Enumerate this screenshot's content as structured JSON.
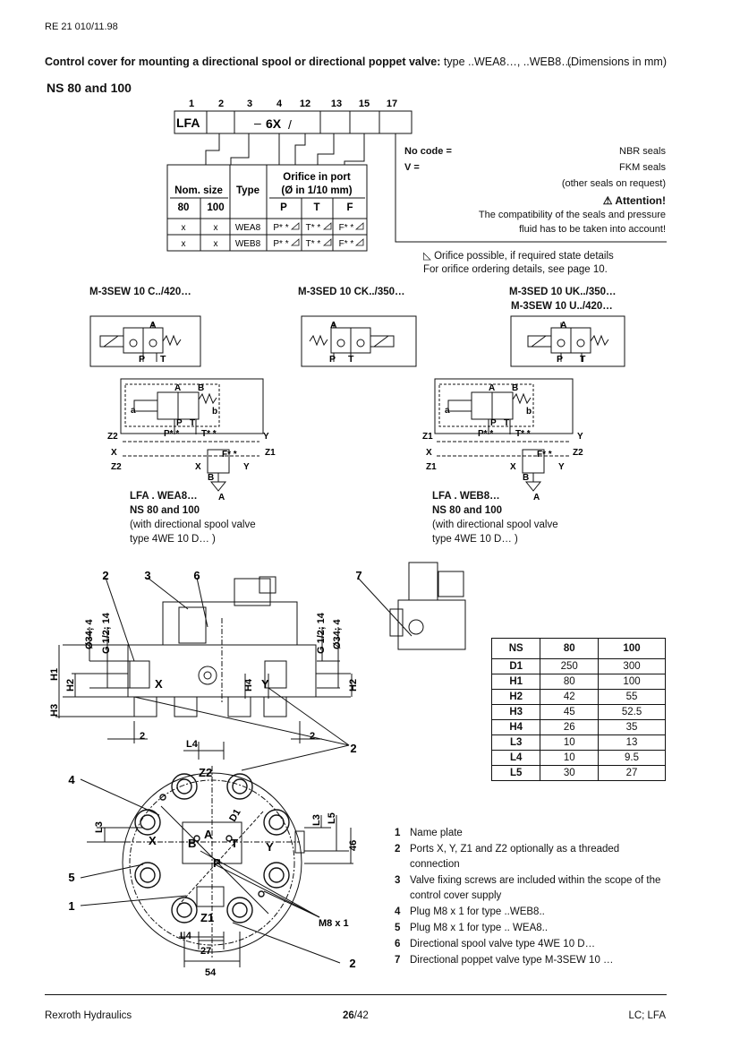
{
  "header": {
    "doc_code": "RE 21 010/11.98"
  },
  "title": {
    "bold": "Control cover for mounting a directional spool or directional poppet valve:",
    "type": " type ..WEA8…, ..WEB8…",
    "dims": "(Dimensions in mm)"
  },
  "section": "NS 80 and 100",
  "ordering": {
    "positions": [
      "1",
      "2",
      "3",
      "4",
      "12",
      "13",
      "15",
      "17"
    ],
    "code_prefix": "LFA",
    "code_mid": "6X",
    "dash": "–",
    "slash": "/"
  },
  "type_table": {
    "nom_size": "Nom. size",
    "type": "Type",
    "orifice": "Orifice in port",
    "orifice_unit": "(Ø in 1/10 mm)",
    "col_80": "80",
    "col_100": "100",
    "col_p": "P",
    "col_t": "T",
    "col_f": "F",
    "rows": [
      {
        "c80": "x",
        "c100": "x",
        "type": "WEA8",
        "p": "P* *",
        "t": "T* *",
        "f": "F* *"
      },
      {
        "c80": "x",
        "c100": "x",
        "type": "WEB8",
        "p": "P* *",
        "t": "T* *",
        "f": "F* *"
      }
    ]
  },
  "seals": {
    "no_code": "No code =",
    "nbr": "NBR seals",
    "v": "V =",
    "fkm": "FKM seals",
    "other": "(other seals on request)",
    "attention": "Attention!",
    "att_line1": "The compatibility of the seals and pressure",
    "att_line2": "fluid has to be taken into account!"
  },
  "orifice_note": {
    "line1": "Orifice possible, if required state details",
    "line2": "For orifice ordering details, see page 10."
  },
  "symbols": {
    "left_title": "M-3SEW 10 C../420…",
    "mid_title": "M-3SED 10 CK../350…",
    "right_title1": "M-3SED 10 UK../350…",
    "right_title2": "M-3SEW 10 U../420…",
    "port_a": "A",
    "port_b": "B",
    "port_p": "P",
    "port_t": "T",
    "port_a_small": "a",
    "port_b_small": "b",
    "x": "X",
    "y": "Y",
    "z1": "Z1",
    "z2": "Z2",
    "pstar": "P* *",
    "tstar": "T* *",
    "fstar": "F* *"
  },
  "circuit_captions": {
    "left": [
      "LFA . WEA8…",
      "NS 80 and 100",
      "(with directional spool valve",
      "type 4WE 10 D… )"
    ],
    "right": [
      "LFA . WEB8…",
      "NS 80 and 100",
      "(with directional spool valve",
      "type 4WE 10 D… )"
    ]
  },
  "drawing_labels": {
    "n2": "2",
    "n3": "3",
    "n6": "6",
    "n7": "7",
    "n4": "4",
    "n5": "5",
    "n1": "1",
    "d34": "Ø34; 4",
    "g12": "G 1/2; 14",
    "h1": "H1",
    "h2": "H2",
    "h3": "H3",
    "h4": "H4",
    "l3": "L3",
    "l4": "L4",
    "l5": "L5",
    "d1": "D1",
    "d46": "46",
    "d27": "27",
    "d54": "54",
    "d2": "2",
    "m8": "M8 x 1",
    "x": "X",
    "y": "Y",
    "z1": "Z1",
    "z2": "Z2",
    "a": "A",
    "b": "B",
    "p": "P",
    "t": "T"
  },
  "dims_table": {
    "headers": [
      "NS",
      "80",
      "100"
    ],
    "rows": [
      [
        "D1",
        "250",
        "300"
      ],
      [
        "H1",
        "80",
        "100"
      ],
      [
        "H2",
        "42",
        "55"
      ],
      [
        "H3",
        "45",
        "52.5"
      ],
      [
        "H4",
        "26",
        "35"
      ],
      [
        "L3",
        "10",
        "13"
      ],
      [
        "L4",
        "10",
        "9.5"
      ],
      [
        "L5",
        "30",
        "27"
      ]
    ]
  },
  "legend": [
    {
      "n": "1",
      "text": "Name plate"
    },
    {
      "n": "2",
      "text": "Ports X, Y, Z1 and Z2 optionally as a threaded connection"
    },
    {
      "n": "3",
      "text": "Valve fixing screws are included within the scope of the control cover supply"
    },
    {
      "n": "4",
      "text": "Plug M8 x 1 for type ..WEB8.."
    },
    {
      "n": "5",
      "text": "Plug M8 x 1 for type .. WEA8.."
    },
    {
      "n": "6",
      "text": "Directional spool valve type 4WE 10 D…"
    },
    {
      "n": "7",
      "text": "Directional poppet valve type M-3SEW 10 …"
    }
  ],
  "footer": {
    "left": "Rexroth Hydraulics",
    "page": "26",
    "total": "/42",
    "right": "LC; LFA"
  }
}
